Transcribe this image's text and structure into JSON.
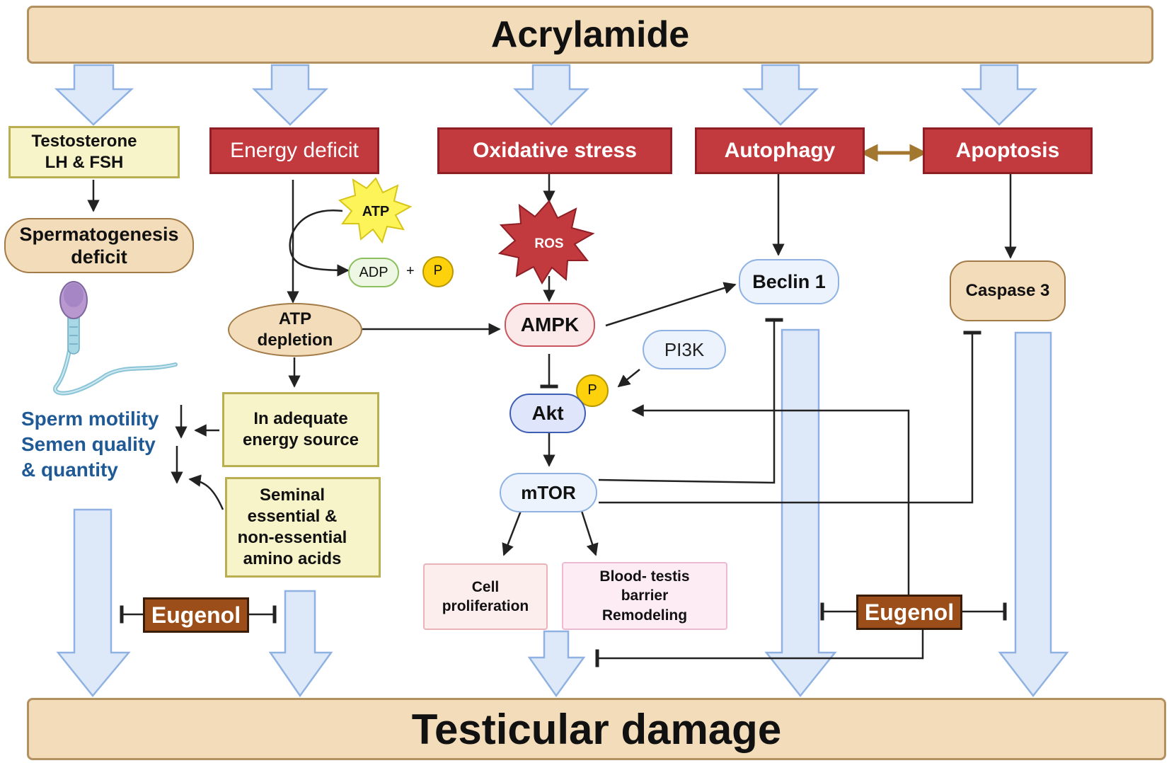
{
  "top_label": "Acrylamide",
  "bottom_label": "Testicular damage",
  "pathways": {
    "hormones": {
      "line1": "Testosterone",
      "line2": "LH & FSH"
    },
    "spermatogenesis": {
      "line1": "Spermatogenesis",
      "line2": "deficit"
    },
    "energy_deficit": "Energy deficit",
    "oxidative_stress": "Oxidative stress",
    "autophagy": "Autophagy",
    "apoptosis": "Apoptosis"
  },
  "energy": {
    "atp_burst": "ATP",
    "adp": "ADP",
    "plus": "+",
    "phosphate": "P",
    "atp_depletion": {
      "line1": "ATP",
      "line2": "depletion"
    },
    "inadequate_energy": {
      "line1": "In adequate",
      "line2": "energy source"
    },
    "amino_acids": {
      "line1": "Seminal",
      "line2": "essential &",
      "line3": "non-essential",
      "line4": "amino acids"
    }
  },
  "sperm_effects": {
    "line1": "Sperm motility",
    "line2": "Semen quality",
    "line3": "& quantity"
  },
  "signaling": {
    "ros": "ROS",
    "ampk": "AMPK",
    "akt": "Akt",
    "akt_phosphate": "P",
    "pi3k": "PI3K",
    "mtor": "mTOR",
    "beclin": "Beclin 1",
    "caspase": "Caspase 3"
  },
  "outcomes": {
    "cell_proliferation": {
      "line1": "Cell",
      "line2": "proliferation"
    },
    "blood_testis": {
      "line1": "Blood- testis",
      "line2": "barrier",
      "line3": "Remodeling"
    }
  },
  "eugenol_left": "Eugenol",
  "eugenol_right": "Eugenol",
  "colors": {
    "bar_fill": "#f3dcb9",
    "red_box": "#c2393e",
    "eugenol": "#9b4e1a",
    "flow_arrow": "#dde9f8",
    "blue_text": "#1f5a96"
  }
}
